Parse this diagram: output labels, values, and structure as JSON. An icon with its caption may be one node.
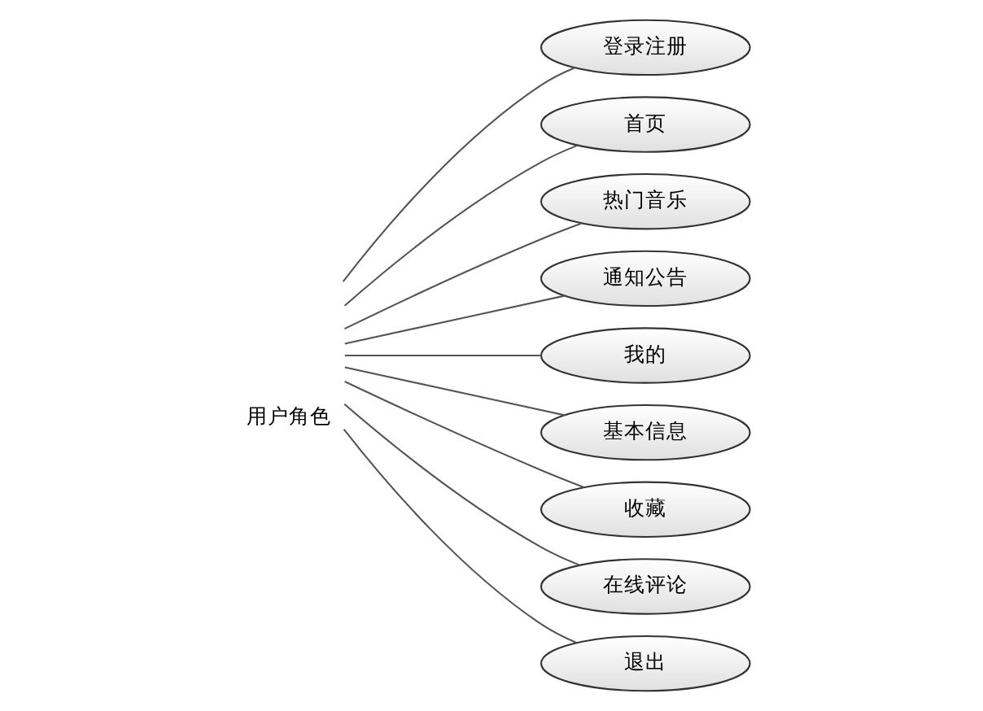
{
  "diagram": {
    "nodes": [
      {
        "text": [
          "用户角色"
        ]
      },
      {
        "text": [
          "登录注册"
        ]
      },
      {
        "text": [
          "首页"
        ]
      },
      {
        "text": [
          "热门音乐"
        ]
      },
      {
        "text": [
          "通知公告"
        ]
      },
      {
        "text": [
          "我的"
        ]
      },
      {
        "text": [
          "基本信息"
        ]
      },
      {
        "text": [
          "收藏"
        ]
      },
      {
        "text": [
          "在线评论"
        ]
      },
      {
        "text": [
          "退出"
        ]
      }
    ],
    "edges": [
      {
        "from": 0,
        "to": 1,
        "arrow": "none"
      },
      {
        "from": 0,
        "to": 2,
        "arrow": "none"
      },
      {
        "from": 0,
        "to": 3,
        "arrow": "none"
      },
      {
        "from": 0,
        "to": 4,
        "arrow": "none"
      },
      {
        "from": 0,
        "to": 5,
        "arrow": "none"
      },
      {
        "from": 0,
        "to": 6,
        "arrow": "none"
      },
      {
        "from": 0,
        "to": 7,
        "arrow": "none"
      },
      {
        "from": 0,
        "to": 8,
        "arrow": "none"
      },
      {
        "from": 0,
        "to": 9,
        "arrow": "none"
      }
    ]
  }
}
